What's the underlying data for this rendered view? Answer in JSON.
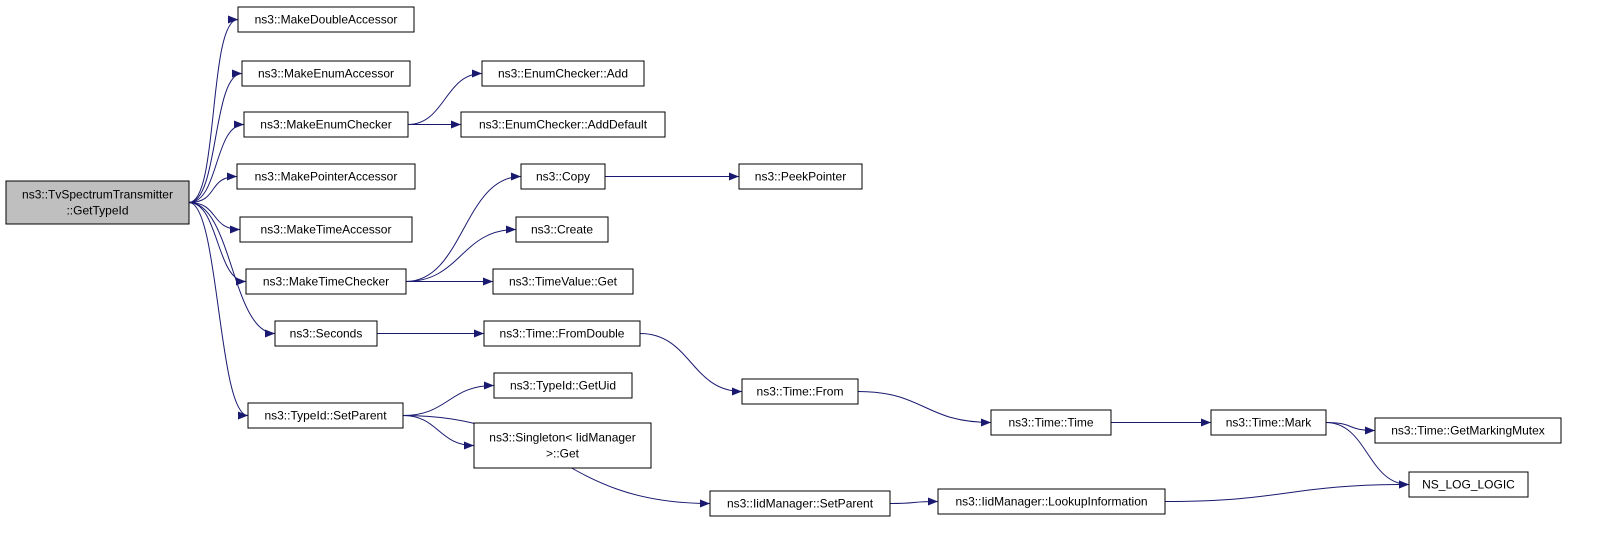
{
  "nodes": [
    {
      "id": "root",
      "lines": [
        "ns3::TvSpectrumTransmitter",
        "::GetTypeId"
      ],
      "highlight": true
    },
    {
      "id": "mdouble",
      "lines": [
        "ns3::MakeDoubleAccessor"
      ]
    },
    {
      "id": "menumacc",
      "lines": [
        "ns3::MakeEnumAccessor"
      ]
    },
    {
      "id": "menumchk",
      "lines": [
        "ns3::MakeEnumChecker"
      ]
    },
    {
      "id": "mptr",
      "lines": [
        "ns3::MakePointerAccessor"
      ]
    },
    {
      "id": "mtimeacc",
      "lines": [
        "ns3::MakeTimeAccessor"
      ]
    },
    {
      "id": "mtimechk",
      "lines": [
        "ns3::MakeTimeChecker"
      ]
    },
    {
      "id": "seconds",
      "lines": [
        "ns3::Seconds"
      ]
    },
    {
      "id": "setparent",
      "lines": [
        "ns3::TypeId::SetParent"
      ]
    },
    {
      "id": "ecadd",
      "lines": [
        "ns3::EnumChecker::Add"
      ]
    },
    {
      "id": "ecadddef",
      "lines": [
        "ns3::EnumChecker::AddDefault"
      ]
    },
    {
      "id": "copy",
      "lines": [
        "ns3::Copy"
      ]
    },
    {
      "id": "peek",
      "lines": [
        "ns3::PeekPointer"
      ]
    },
    {
      "id": "create",
      "lines": [
        "ns3::Create"
      ]
    },
    {
      "id": "tvget",
      "lines": [
        "ns3::TimeValue::Get"
      ]
    },
    {
      "id": "fromdouble",
      "lines": [
        "ns3::Time::FromDouble"
      ]
    },
    {
      "id": "timefrom",
      "lines": [
        "ns3::Time::From"
      ]
    },
    {
      "id": "timetime",
      "lines": [
        "ns3::Time::Time"
      ]
    },
    {
      "id": "timemark",
      "lines": [
        "ns3::Time::Mark"
      ]
    },
    {
      "id": "markmutex",
      "lines": [
        "ns3::Time::GetMarkingMutex"
      ]
    },
    {
      "id": "nslog",
      "lines": [
        "NS_LOG_LOGIC"
      ]
    },
    {
      "id": "getuid",
      "lines": [
        "ns3::TypeId::GetUid"
      ]
    },
    {
      "id": "singleton",
      "lines": [
        "ns3::Singleton< IidManager",
        " >::Get"
      ]
    },
    {
      "id": "iidsetparent",
      "lines": [
        "ns3::IidManager::SetParent"
      ]
    },
    {
      "id": "lookup",
      "lines": [
        "ns3::IidManager::LookupInformation"
      ]
    }
  ],
  "edges": [
    {
      "from": "root",
      "to": "mdouble"
    },
    {
      "from": "root",
      "to": "menumacc"
    },
    {
      "from": "root",
      "to": "menumchk"
    },
    {
      "from": "root",
      "to": "mptr"
    },
    {
      "from": "root",
      "to": "mtimeacc"
    },
    {
      "from": "root",
      "to": "mtimechk"
    },
    {
      "from": "root",
      "to": "seconds"
    },
    {
      "from": "root",
      "to": "setparent"
    },
    {
      "from": "menumchk",
      "to": "ecadd"
    },
    {
      "from": "menumchk",
      "to": "ecadddef"
    },
    {
      "from": "mtimechk",
      "to": "copy"
    },
    {
      "from": "mtimechk",
      "to": "create"
    },
    {
      "from": "mtimechk",
      "to": "tvget"
    },
    {
      "from": "copy",
      "to": "peek"
    },
    {
      "from": "seconds",
      "to": "fromdouble"
    },
    {
      "from": "fromdouble",
      "to": "timefrom"
    },
    {
      "from": "timefrom",
      "to": "timetime"
    },
    {
      "from": "timetime",
      "to": "timemark"
    },
    {
      "from": "timemark",
      "to": "markmutex"
    },
    {
      "from": "timemark",
      "to": "nslog"
    },
    {
      "from": "setparent",
      "to": "getuid"
    },
    {
      "from": "setparent",
      "to": "singleton"
    },
    {
      "from": "setparent",
      "to": "iidsetparent"
    },
    {
      "from": "iidsetparent",
      "to": "lookup"
    },
    {
      "from": "lookup",
      "to": "nslog"
    }
  ],
  "colors": {
    "edge": "#191970",
    "root_fill": "#bfbfbf",
    "node_fill": "#ffffff",
    "border": "#000000"
  }
}
